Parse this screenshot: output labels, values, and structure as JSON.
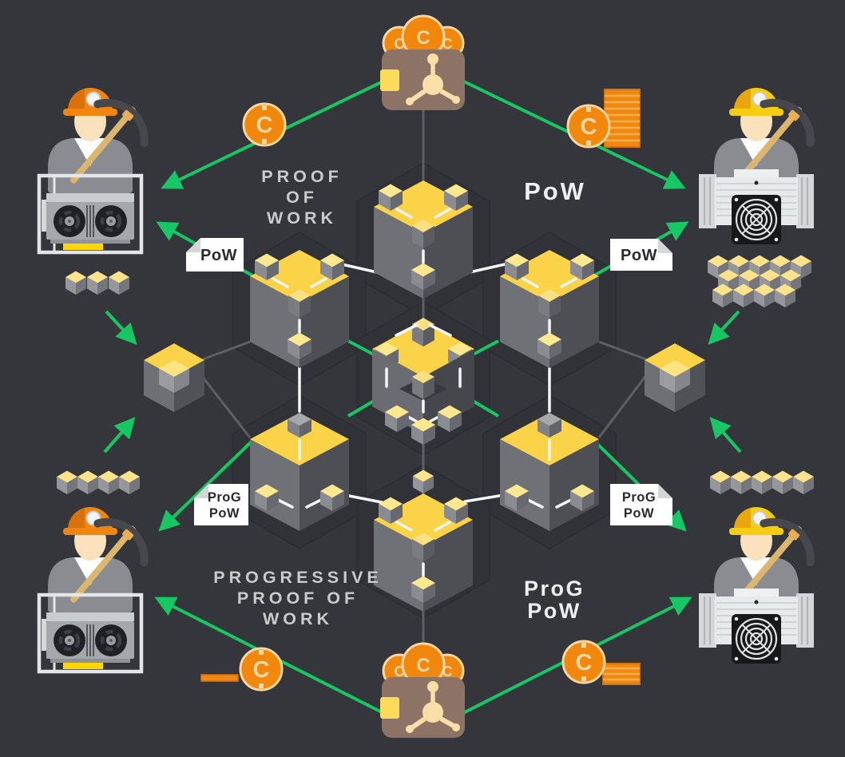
{
  "scene": {
    "title": "Proof of Work vs Progressive Proof of Work mining network",
    "background": "#35363B",
    "accent_green": "#16C764",
    "block_yellow": "#FBD348",
    "coin_orange": "#F1870D",
    "coin_symbol": "C"
  },
  "headings": {
    "proof_of_work": {
      "lines": [
        "PROOF",
        "OF",
        "WORK"
      ]
    },
    "pow_short": "PoW",
    "progressive_proof_of_work": {
      "lines": [
        "PROGRESSIVE",
        "PROOF OF",
        "WORK"
      ]
    },
    "progpow_short": {
      "lines": [
        "ProG",
        "PoW"
      ]
    }
  },
  "tags": {
    "pow_left": "PoW",
    "pow_right": "PoW",
    "progpow_left": {
      "lines": [
        "ProG",
        "PoW"
      ]
    },
    "progpow_right": {
      "lines": [
        "ProG",
        "PoW"
      ]
    }
  },
  "miners": {
    "top_left": {
      "hardware": "GPU rig",
      "mined_blocks": 3
    },
    "top_right": {
      "hardware": "ASIC rig",
      "mined_blocks": 13
    },
    "bottom_left": {
      "hardware": "GPU rig",
      "mined_blocks": 4
    },
    "bottom_right": {
      "hardware": "ASIC rig",
      "mined_blocks": 5
    }
  }
}
